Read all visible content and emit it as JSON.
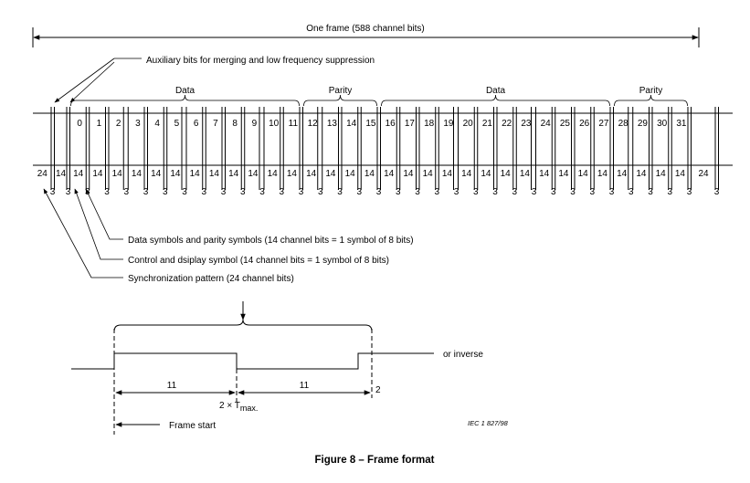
{
  "frame_label": "One frame (588 channel bits)",
  "aux_label": "Auxiliary bits for merging and low frequency suppression",
  "group_labels": [
    "Data",
    "Parity",
    "Data",
    "Parity"
  ],
  "symbol_numbers": [
    "0",
    "1",
    "2",
    "3",
    "4",
    "5",
    "6",
    "7",
    "8",
    "9",
    "10",
    "11",
    "12",
    "13",
    "14",
    "15",
    "16",
    "17",
    "18",
    "19",
    "20",
    "21",
    "22",
    "23",
    "24",
    "25",
    "26",
    "27",
    "28",
    "29",
    "30",
    "31"
  ],
  "segment_bits": [
    "24",
    "14",
    "14",
    "14",
    "14",
    "14",
    "14",
    "14",
    "14",
    "14",
    "14",
    "14",
    "14",
    "14",
    "14",
    "14",
    "14",
    "14",
    "14",
    "14",
    "14",
    "14",
    "14",
    "14",
    "14",
    "14",
    "14",
    "14",
    "14",
    "14",
    "14",
    "14",
    "14",
    "14",
    "24"
  ],
  "merge_bits_label": "3",
  "callouts": {
    "data_symbols": "Data symbols and parity symbols (14 channel bits = 1 symbol of 8 bits)",
    "control_symbol": "Control and dsiplay symbol (14 channel bits = 1 symbol of 8 bits)",
    "sync_pattern": "Synchronization pattern (24 channel bits)"
  },
  "sync_waveform": {
    "run_1": "11",
    "run_2": "11",
    "tail": "2",
    "tmax_prefix": "2 × T",
    "tmax_sub": "max.",
    "inverse_label": "or inverse",
    "frame_start": "Frame start"
  },
  "ref_code": "IEC  1 827/98",
  "caption": "Figure 8 – Frame format"
}
